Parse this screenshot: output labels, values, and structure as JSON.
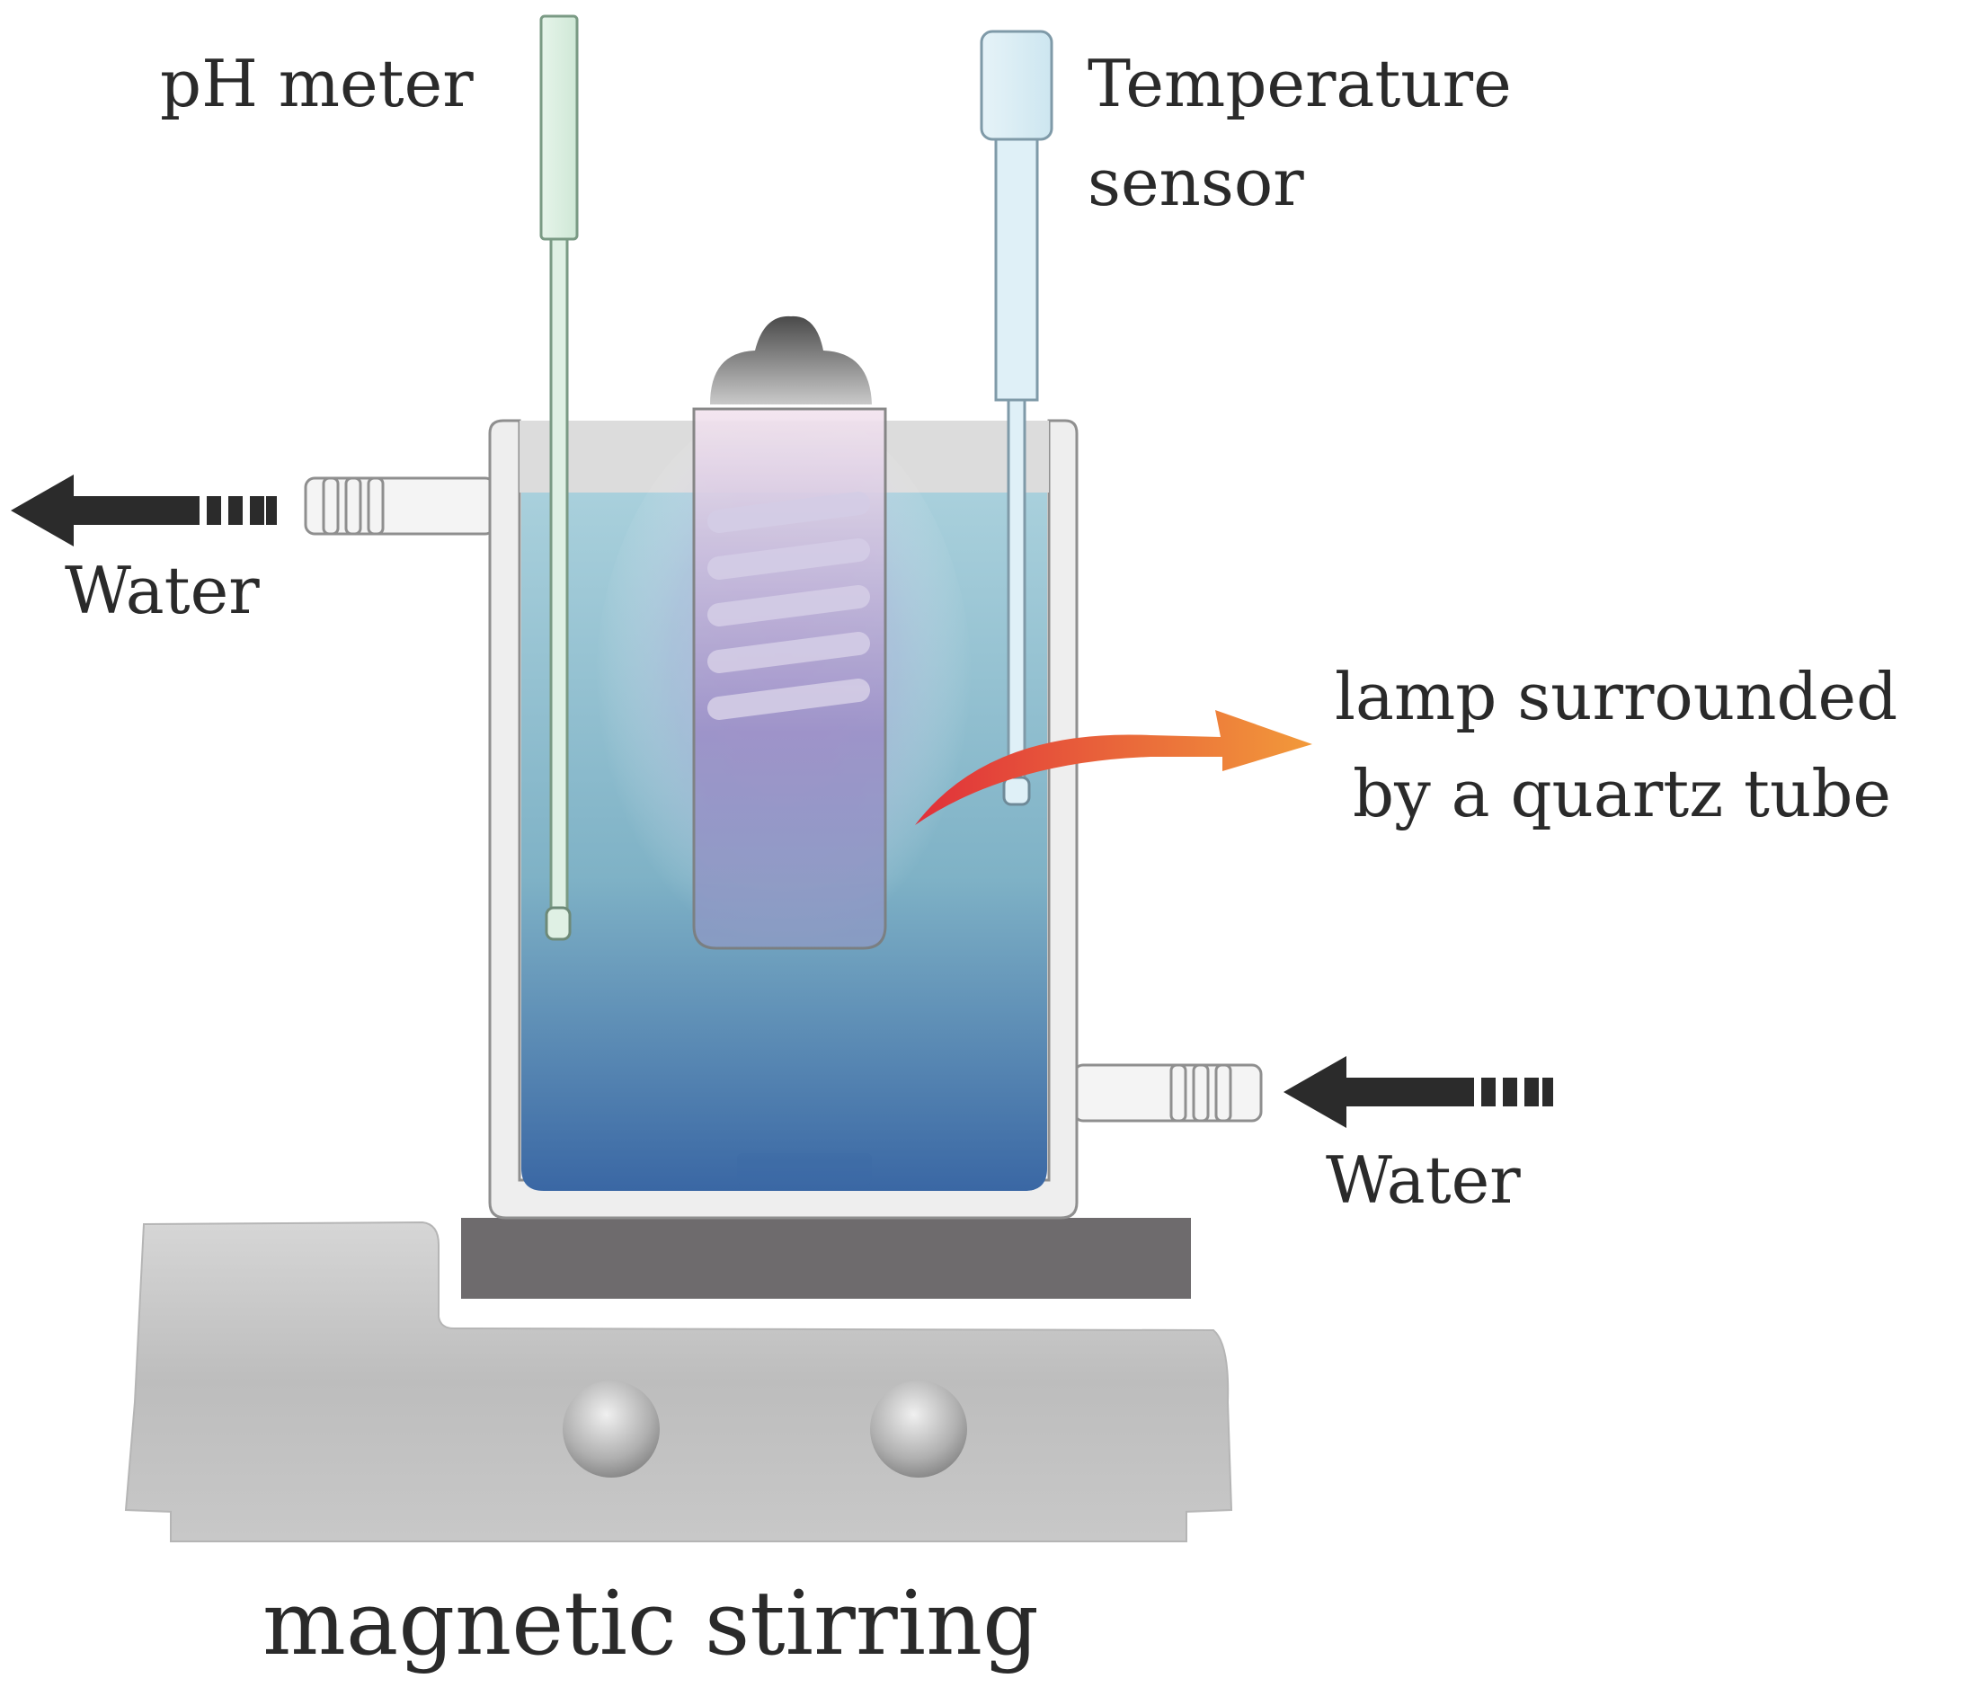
{
  "labels": {
    "ph_meter": "pH meter",
    "temperature_line1": "Temperature",
    "temperature_line2": "sensor",
    "water_outlet": "Water",
    "water_inlet": "Water",
    "lamp_line1": "lamp surrounded",
    "lamp_line2": "by a quartz tube",
    "stirrer": "magnetic stirring"
  },
  "colors": {
    "water_top": "#9cc8d6",
    "water_bottom": "#3a6fa8",
    "lamp_glow": "#b39ad8",
    "arrow_curve_start": "#e0303a",
    "arrow_curve_end": "#f29a3a",
    "flow_arrow": "#2b2b2b",
    "stirrer_body": "#c8c8c8",
    "hot_plate": "#6e6b6d"
  }
}
